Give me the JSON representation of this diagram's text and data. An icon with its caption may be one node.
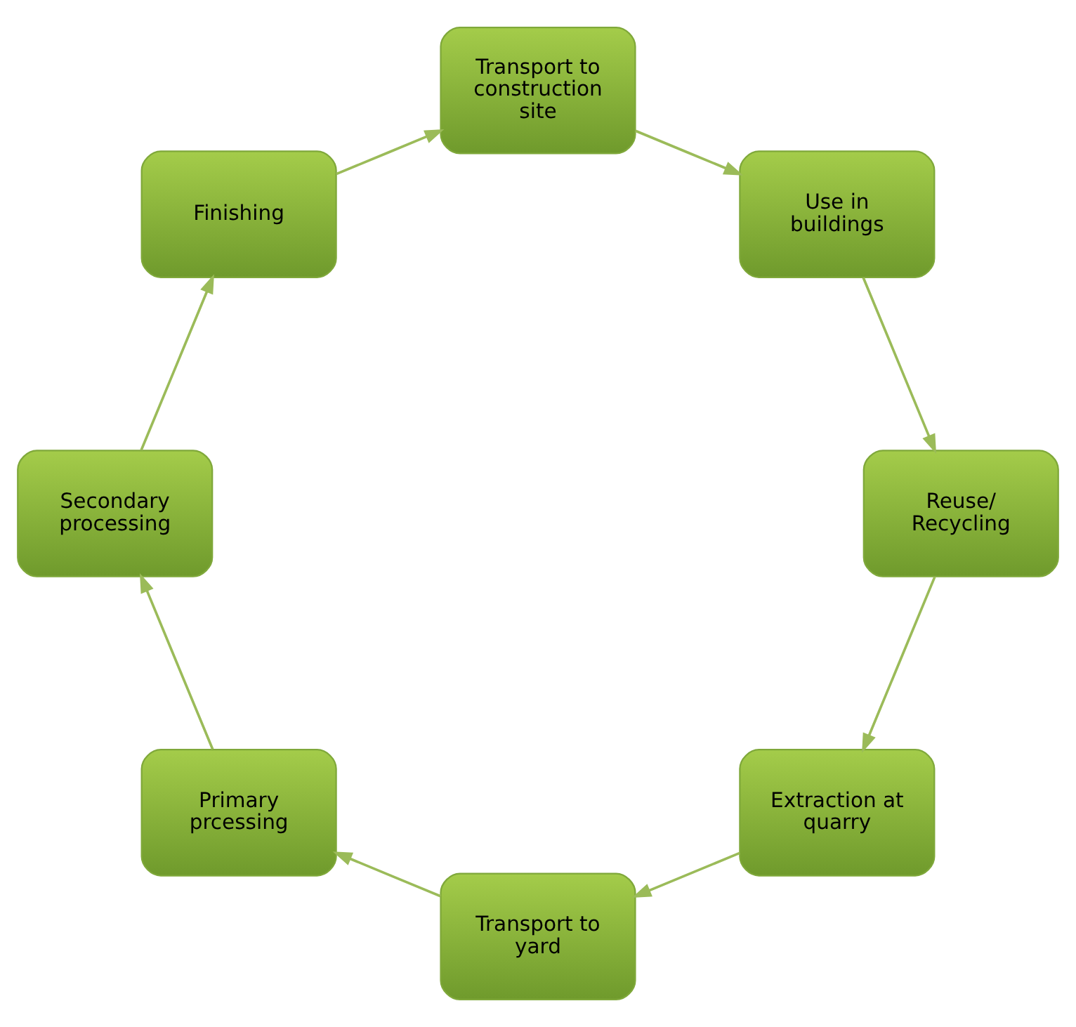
{
  "diagram": {
    "nodes": [
      {
        "text": [
          "Extraction at quarry"
        ]
      },
      {
        "text": [
          "Transport to yard"
        ]
      },
      {
        "text": [
          "Primary prcessing"
        ]
      },
      {
        "text": [
          "Secondary processing"
        ]
      },
      {
        "text": [
          "Finishing"
        ]
      },
      {
        "text": [
          "Transport to construction site"
        ]
      },
      {
        "text": [
          "Use in buildings"
        ]
      },
      {
        "text": [
          "Reuse/ Recycling"
        ]
      }
    ],
    "edges": [
      {
        "from": 0,
        "to": 1,
        "arrow": "to"
      },
      {
        "from": 1,
        "to": 2,
        "arrow": "to"
      },
      {
        "from": 2,
        "to": 3,
        "arrow": "to"
      },
      {
        "from": 3,
        "to": 4,
        "arrow": "to"
      },
      {
        "from": 4,
        "to": 5,
        "arrow": "to"
      },
      {
        "from": 5,
        "to": 6,
        "arrow": "to"
      },
      {
        "from": 6,
        "to": 7,
        "arrow": "to"
      },
      {
        "from": 7,
        "to": 0,
        "arrow": "to"
      }
    ]
  }
}
